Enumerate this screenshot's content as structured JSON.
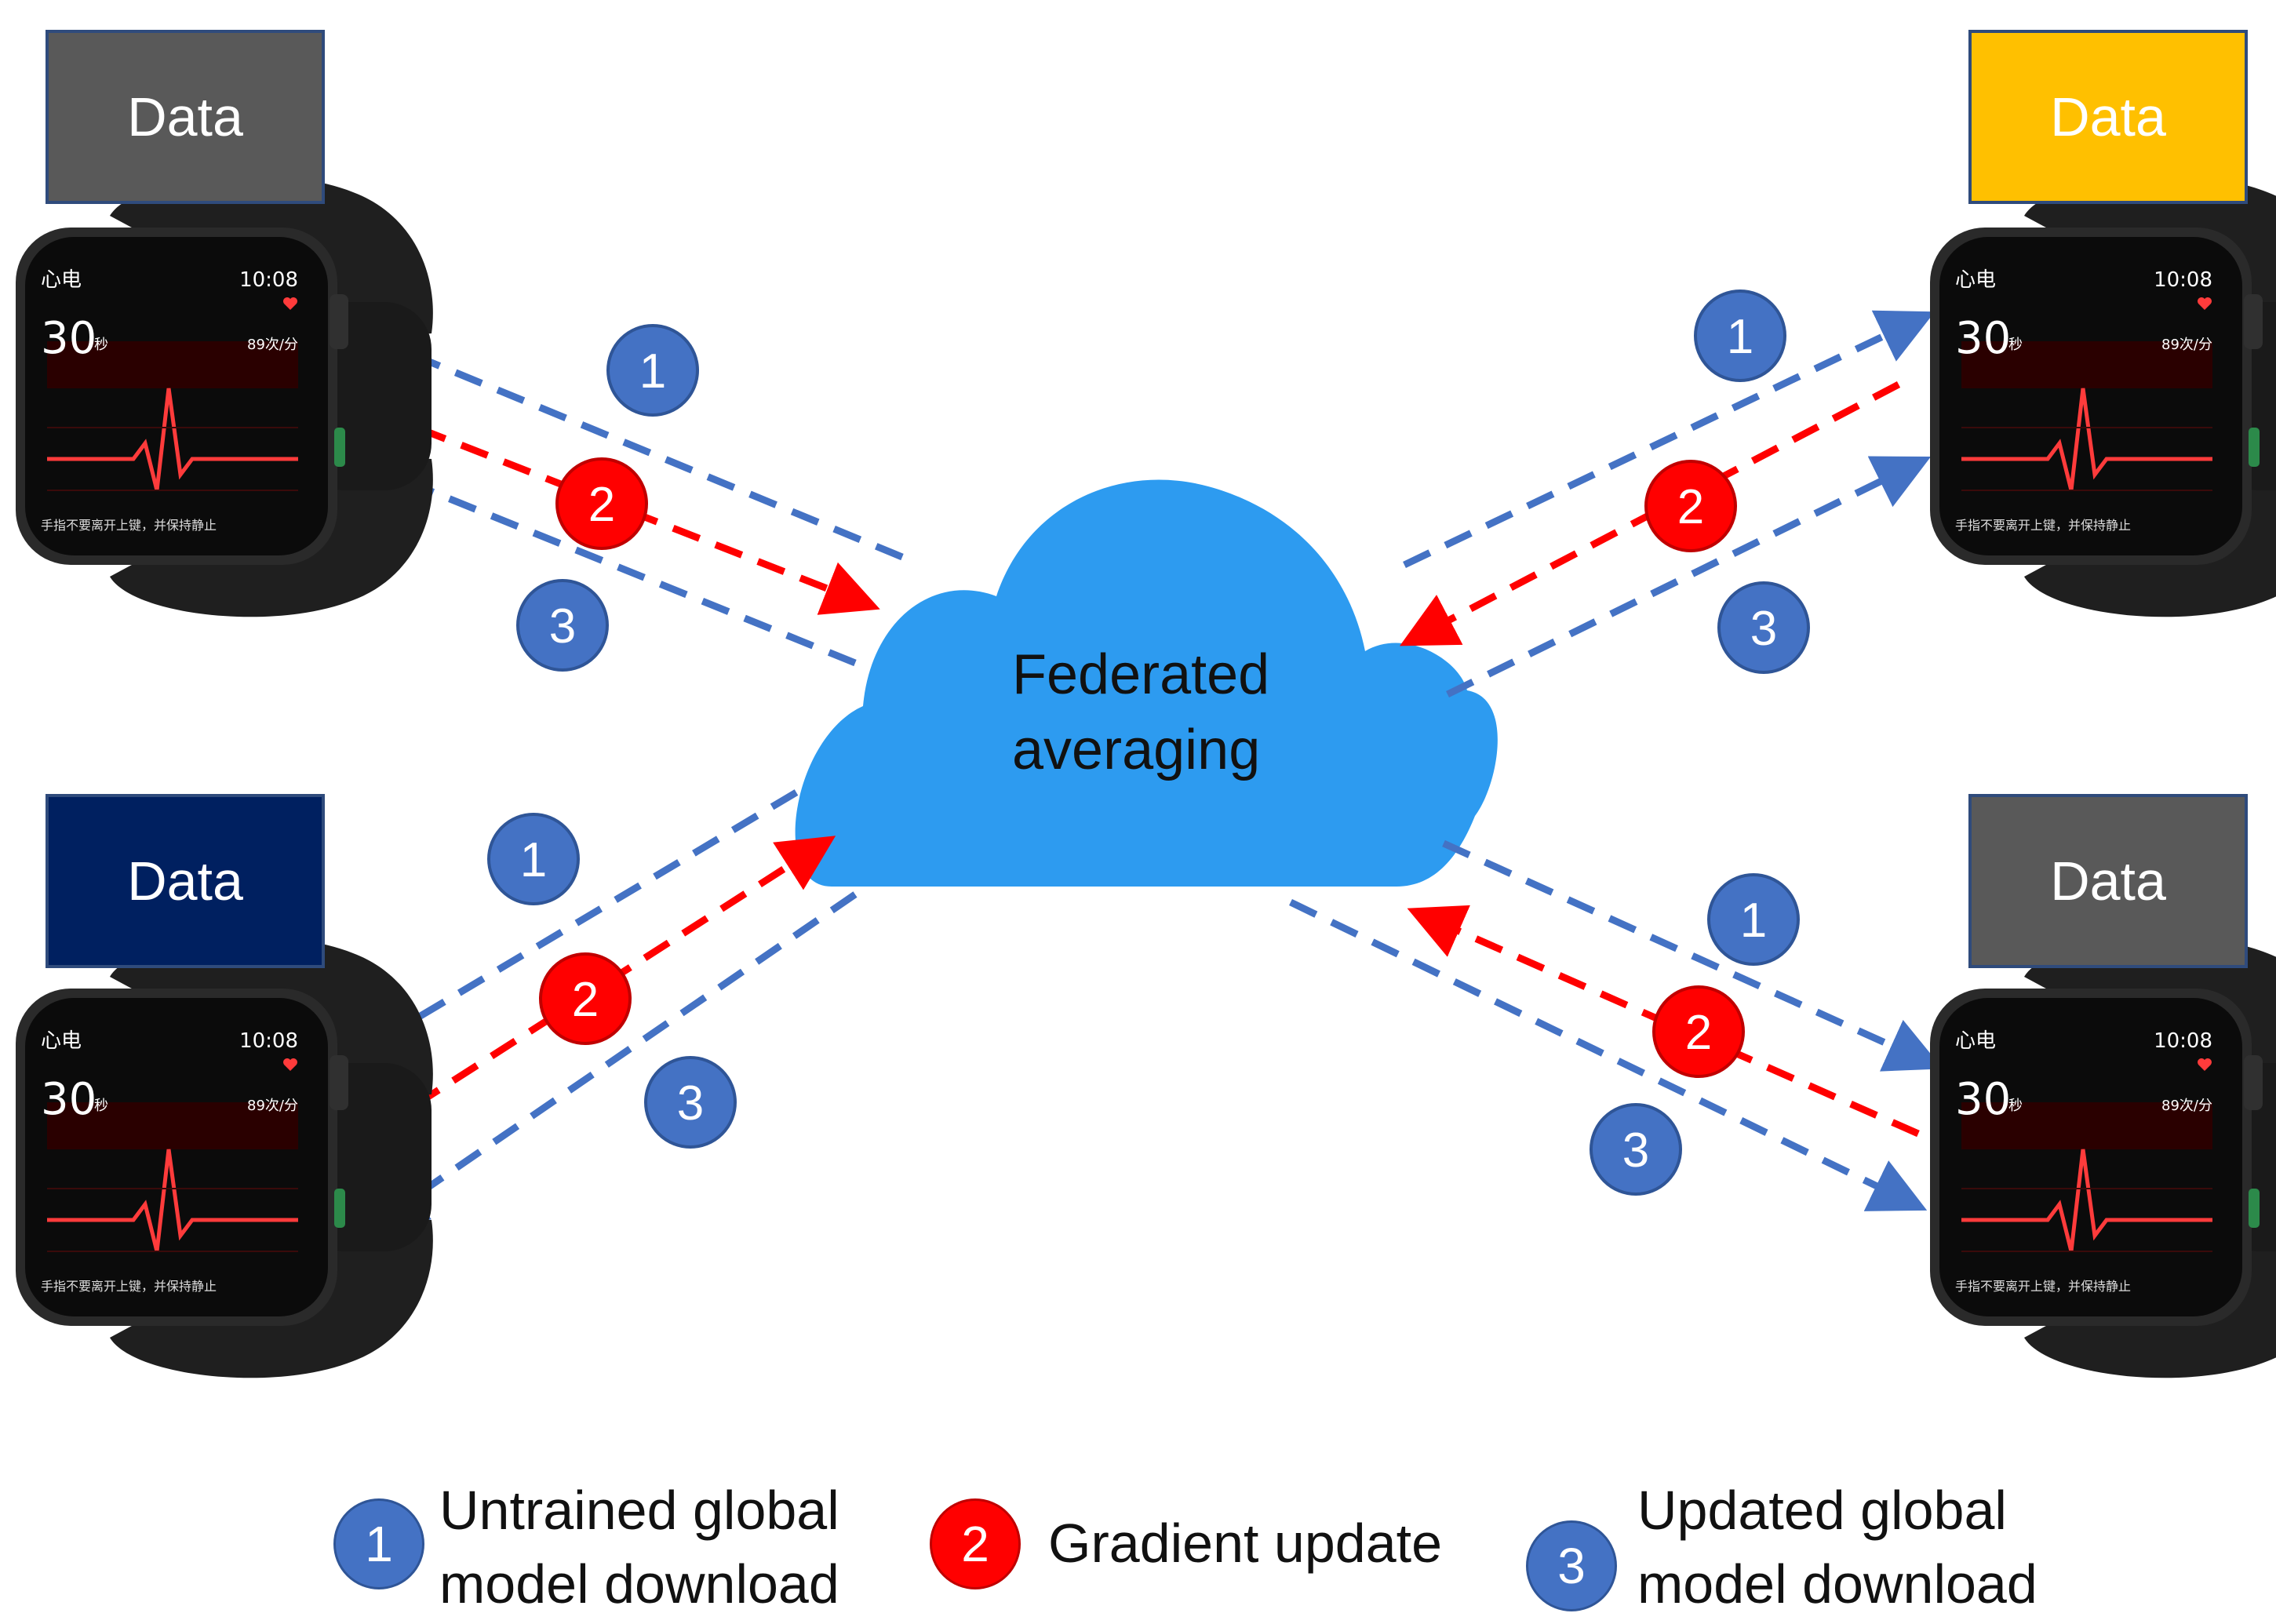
{
  "colors": {
    "blue_arrow": "#4472c4",
    "red_arrow": "#ff0000",
    "cloud": "#2d9bf0",
    "badge_blue": "#4472c4",
    "badge_red": "#ff0000"
  },
  "cloud": {
    "label_line1": "Federated",
    "label_line2": "averaging"
  },
  "clients": [
    {
      "id": "top-left",
      "data_label": "Data",
      "box_color": "#595959",
      "screen": {
        "title": "心电",
        "time": "10:08",
        "seconds": "30",
        "seconds_unit": "秒",
        "bpm": "89次/分",
        "hint": "手指不要离开上键，并保持静止"
      }
    },
    {
      "id": "top-right",
      "data_label": "Data",
      "box_color": "#ffc000",
      "screen": {
        "title": "心电",
        "time": "10:08",
        "seconds": "30",
        "seconds_unit": "秒",
        "bpm": "89次/分",
        "hint": "手指不要离开上键，并保持静止"
      }
    },
    {
      "id": "bottom-left",
      "data_label": "Data",
      "box_color": "#002060",
      "screen": {
        "title": "心电",
        "time": "10:08",
        "seconds": "30",
        "seconds_unit": "秒",
        "bpm": "89次/分",
        "hint": "手指不要离开上键，并保持静止"
      }
    },
    {
      "id": "bottom-right",
      "data_label": "Data",
      "box_color": "#595959",
      "screen": {
        "title": "心电",
        "time": "10:08",
        "seconds": "30",
        "seconds_unit": "秒",
        "bpm": "89次/分",
        "hint": "手指不要离开上键，并保持静止"
      }
    }
  ],
  "badges": {
    "one": "1",
    "two": "2",
    "three": "3"
  },
  "legend": [
    {
      "number": "1",
      "line1": "Untrained global",
      "line2": "model download",
      "color": "#4472c4"
    },
    {
      "number": "2",
      "line1": "Gradient update",
      "line2": "",
      "color": "#ff0000"
    },
    {
      "number": "3",
      "line1": "Updated global",
      "line2": "model download",
      "color": "#4472c4"
    }
  ]
}
